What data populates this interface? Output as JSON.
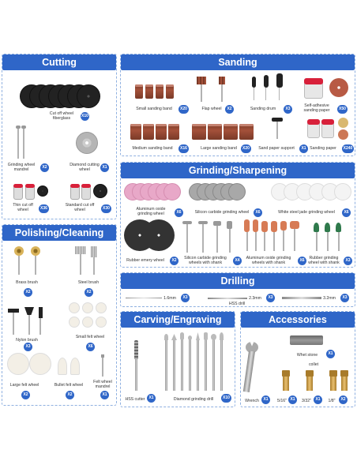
{
  "sections": {
    "cutting": "Cutting",
    "sanding": "Sanding",
    "grinding": "Grinding/Sharpening",
    "polishing": "Polishing/Cleaning",
    "drilling": "Drilling",
    "carving": "Carving/Engraving",
    "accessories": "Accessories"
  },
  "cutting": {
    "cut_off_wheel": {
      "label": "Cut off wheel fiberglass",
      "qty": "X10"
    },
    "grinding_mandrel": {
      "label": "Grinding wheel mandrel",
      "qty": "X2"
    },
    "diamond_cutting": {
      "label": "Diamond cutting wheel",
      "qty": "X1"
    },
    "thin_cut_off": {
      "label": "Thin cut off wheel",
      "qty": "X36"
    },
    "standard_cut_off": {
      "label": "Standard cut off wheel",
      "qty": "X30"
    }
  },
  "sanding": {
    "small_band": {
      "label": "Small sanding band",
      "qty": "X20"
    },
    "flap_wheel": {
      "label": "Flap wheel",
      "qty": "X2"
    },
    "sanding_drum": {
      "label": "Sanding drum",
      "qty": "X3"
    },
    "self_adhesive": {
      "label": "Self-adhesive sanding paper",
      "qty": "X50"
    },
    "medium_band": {
      "label": "Medium sanding band",
      "qty": "X16"
    },
    "large_band": {
      "label": "Large sanding band",
      "qty": "X20"
    },
    "paper_support": {
      "label": "Sand paper support",
      "qty": "X1"
    },
    "sanding_paper": {
      "label": "Sanding paper",
      "qty": "X240"
    }
  },
  "grinding": {
    "aluminum_oxide_wheel": {
      "label": "Aluminum oxide grinding wheel",
      "qty": "X6"
    },
    "silicon_carbide_wheel": {
      "label": "Silicon carbide grinding wheel",
      "qty": "X6"
    },
    "white_jade": {
      "label": "White steel jade grinding wheel",
      "qty": "X6"
    },
    "rubber_emery": {
      "label": "Rubber emery wheel",
      "qty": "X2"
    },
    "silicon_shank": {
      "label": "Silicon carbide grinding wheels with shank",
      "qty": "X4"
    },
    "aluminum_shank": {
      "label": "Aluminum oxide grinding wheels with shank",
      "qty": "X6"
    },
    "rubber_shank": {
      "label": "Rubber grinding wheel with shank",
      "qty": "X3"
    }
  },
  "polishing": {
    "brass_brush": {
      "label": "Brass brush",
      "qty": "X2"
    },
    "steel_brush": {
      "label": "Steel brush",
      "qty": "X2"
    },
    "nylon_brush": {
      "label": "Nylon brush",
      "qty": "X3"
    },
    "small_felt": {
      "label": "Small felt wheel",
      "qty": "X6"
    },
    "large_felt": {
      "label": "Large felt wheel",
      "qty": "X2"
    },
    "bullet_felt": {
      "label": "Bullet felt wheel",
      "qty": "X2"
    },
    "felt_mandrel": {
      "label": "Felt wheel mandrel",
      "qty": "X1"
    }
  },
  "drilling": {
    "d1": {
      "label": "1.6mm",
      "qty": "X3"
    },
    "d2": {
      "label": "2.3mm",
      "qty": "X3"
    },
    "d3": {
      "label": "3.2mm",
      "qty": "X3"
    },
    "caption": "HSS drill"
  },
  "carving": {
    "hss_cutter": {
      "label": "HSS cutter",
      "qty": "X1"
    },
    "diamond_drill": {
      "label": "Diamond grinding drill",
      "qty": "X10"
    }
  },
  "accessories": {
    "wrench": {
      "label": "Wrench",
      "qty": "X1"
    },
    "whet_stone": {
      "label": "Whet stone",
      "qty": "X1"
    },
    "collet_caption": "collet",
    "c1": {
      "label": "5/16\"",
      "qty": "X1"
    },
    "c2": {
      "label": "3/32\"",
      "qty": "X1"
    },
    "c3": {
      "label": "1/8\"",
      "qty": "X2"
    }
  },
  "colors": {
    "accent": "#2f66c8",
    "sand": "#a4513a",
    "pink": "#e8a8c8",
    "felt": "#f3efe6"
  }
}
